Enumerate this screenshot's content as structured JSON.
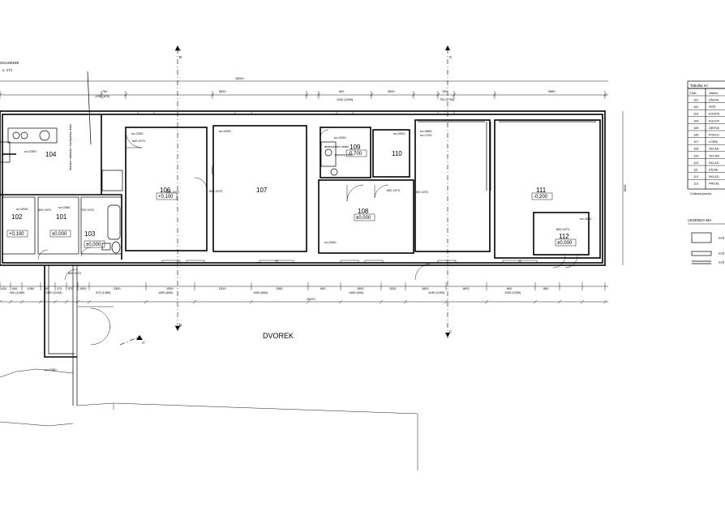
{
  "title_left": "SOUSEDNÍ",
  "title_left_sub": "s. 171",
  "courtyard": "DVOREK",
  "section_marks": {
    "b_top": "B",
    "b_bottom": "B",
    "c_top": "C",
    "c_bottom": "C",
    "a": "A'"
  },
  "dims": {
    "overall_top": "28000",
    "overall_bottom": "20570",
    "top": [
      "760",
      "1230 (870)",
      "5815",
      "600",
      "3500",
      "780",
      "5880"
    ],
    "top_sub": {
      "window_a": "1100 (2400)",
      "window_b": "750 (1750)"
    },
    "right_height": "6000",
    "bottom": [
      "400",
      "640",
      "1060",
      "450",
      "370",
      "570",
      "1500",
      "2300",
      "1500",
      "2510",
      "1360",
      "650",
      "1500",
      "1530",
      "1600",
      "1600",
      "800",
      "860"
    ],
    "bottom_sub": [
      "1450 (800)",
      "1450 (800)",
      "1450 (900)",
      "1150 (1050)",
      "1150 (1050)"
    ],
    "left_sub": [
      "400 (1450)",
      "1300 (2100)",
      "570 (1480)"
    ]
  },
  "rooms": [
    {
      "num": "104",
      "level": ""
    },
    {
      "num": "102",
      "level": "+0,100"
    },
    {
      "num": "101",
      "level": "±0,000"
    },
    {
      "num": "103",
      "level": "±0,000"
    },
    {
      "num": "106",
      "level": "+0,100"
    },
    {
      "num": "107",
      "level": ""
    },
    {
      "num": "108",
      "level": "±0,000"
    },
    {
      "num": "109",
      "level": "-0,700"
    },
    {
      "num": "110",
      "level": ""
    },
    {
      "num": "111",
      "level": "-0,200"
    },
    {
      "num": "112",
      "level": "±0,000"
    }
  ],
  "heights": [
    "sv=2350",
    "sv=2250",
    "sv=2000",
    "sv=2380",
    "sv=2850",
    "sv=2250",
    "sv=2500",
    "sv=2700",
    "sv=2940",
    "sv=1530",
    "sv=2940",
    "sv=2380"
  ],
  "door_labels": [
    "600 1970",
    "800 1970",
    "600 1970",
    "700 1970",
    "800 1970",
    "800 1970",
    "600 1970",
    "900 1970",
    "800 1970"
  ],
  "table": {
    "title": "Tabulka mí",
    "col_num": "Číslo",
    "col_name": "Jméno",
    "rows": [
      {
        "num": "101",
        "name": "ZÁDVE"
      },
      {
        "num": "102",
        "name": "SPÍŽ"
      },
      {
        "num": "103",
        "name": "KOUPE"
      },
      {
        "num": "104",
        "name": "KUCHY"
      },
      {
        "num": "105",
        "name": "OBÝVA"
      },
      {
        "num": "106",
        "name": "POKOJ"
      },
      {
        "num": "107",
        "name": "LOŽNI"
      },
      {
        "num": "108",
        "name": "SKLAD"
      },
      {
        "num": "109",
        "name": "TECHN"
      },
      {
        "num": "110",
        "name": "SKLAD"
      },
      {
        "num": "111",
        "name": "DÍLNA"
      },
      {
        "num": "112",
        "name": "SKLAD"
      },
      {
        "num": "113",
        "name": "PROJE"
      }
    ],
    "footer": "Celková plocha"
  },
  "legend": {
    "title": "LEGENDA MA",
    "items": [
      "STĚ",
      "STĚ",
      "STĚ"
    ]
  },
  "notes": {
    "kitchen": "hranice obkladu / kuchyňská linka",
    "tech1": "akumulační nádrž",
    "tech2": "plynový kotel"
  }
}
